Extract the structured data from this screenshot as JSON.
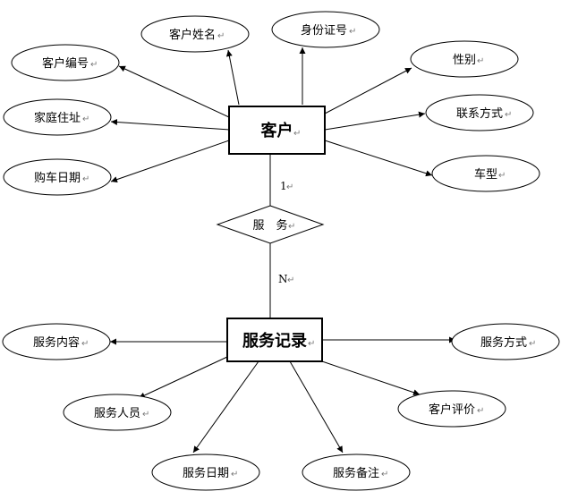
{
  "entities": {
    "customer": "客户",
    "service_record": "服务记录"
  },
  "relationship": "服　务",
  "cardinality": {
    "one": "1",
    "many": "N"
  },
  "customer_attributes": {
    "customer_id": "客户编号",
    "customer_name": "客户姓名",
    "id_number": "身份证号",
    "gender": "性别",
    "contact": "联系方式",
    "car_model": "车型",
    "address": "家庭住址",
    "purchase_date": "购车日期"
  },
  "service_attributes": {
    "content": "服务内容",
    "method": "服务方式",
    "staff": "服务人员",
    "evaluation": "客户评价",
    "date": "服务日期",
    "remarks": "服务备注"
  },
  "paragraph_mark": "↵"
}
